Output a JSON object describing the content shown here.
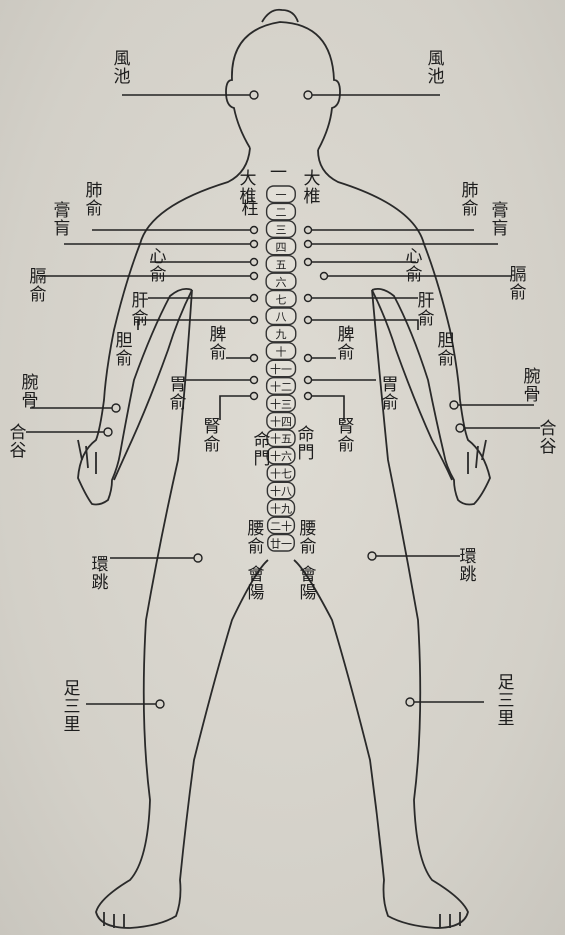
{
  "labels": {
    "fengchi": "風池",
    "dazhui": "大椎",
    "zhu": "柱",
    "fei": "肺俞",
    "gaohuang": "膏肓",
    "xin": "心俞",
    "ge": "膈俞",
    "gan": "肝俞",
    "dan": "胆俞",
    "pi": "脾俞",
    "wei": "胃俞",
    "shen": "腎俞",
    "wangu": "腕骨",
    "hegu": "合谷",
    "mingmen": "命門",
    "yaoshu": "腰俞",
    "huiyang": "會陽",
    "huantiao": "環跳",
    "zusanli": "足三里"
  },
  "vertebrae": [
    "一",
    "二",
    "三",
    "四",
    "五",
    "六",
    "七",
    "八",
    "九",
    "十",
    "十一",
    "十二",
    "十三",
    "十四",
    "十五",
    "十六",
    "十七",
    "十八",
    "十九",
    "二十",
    "廿一"
  ]
}
